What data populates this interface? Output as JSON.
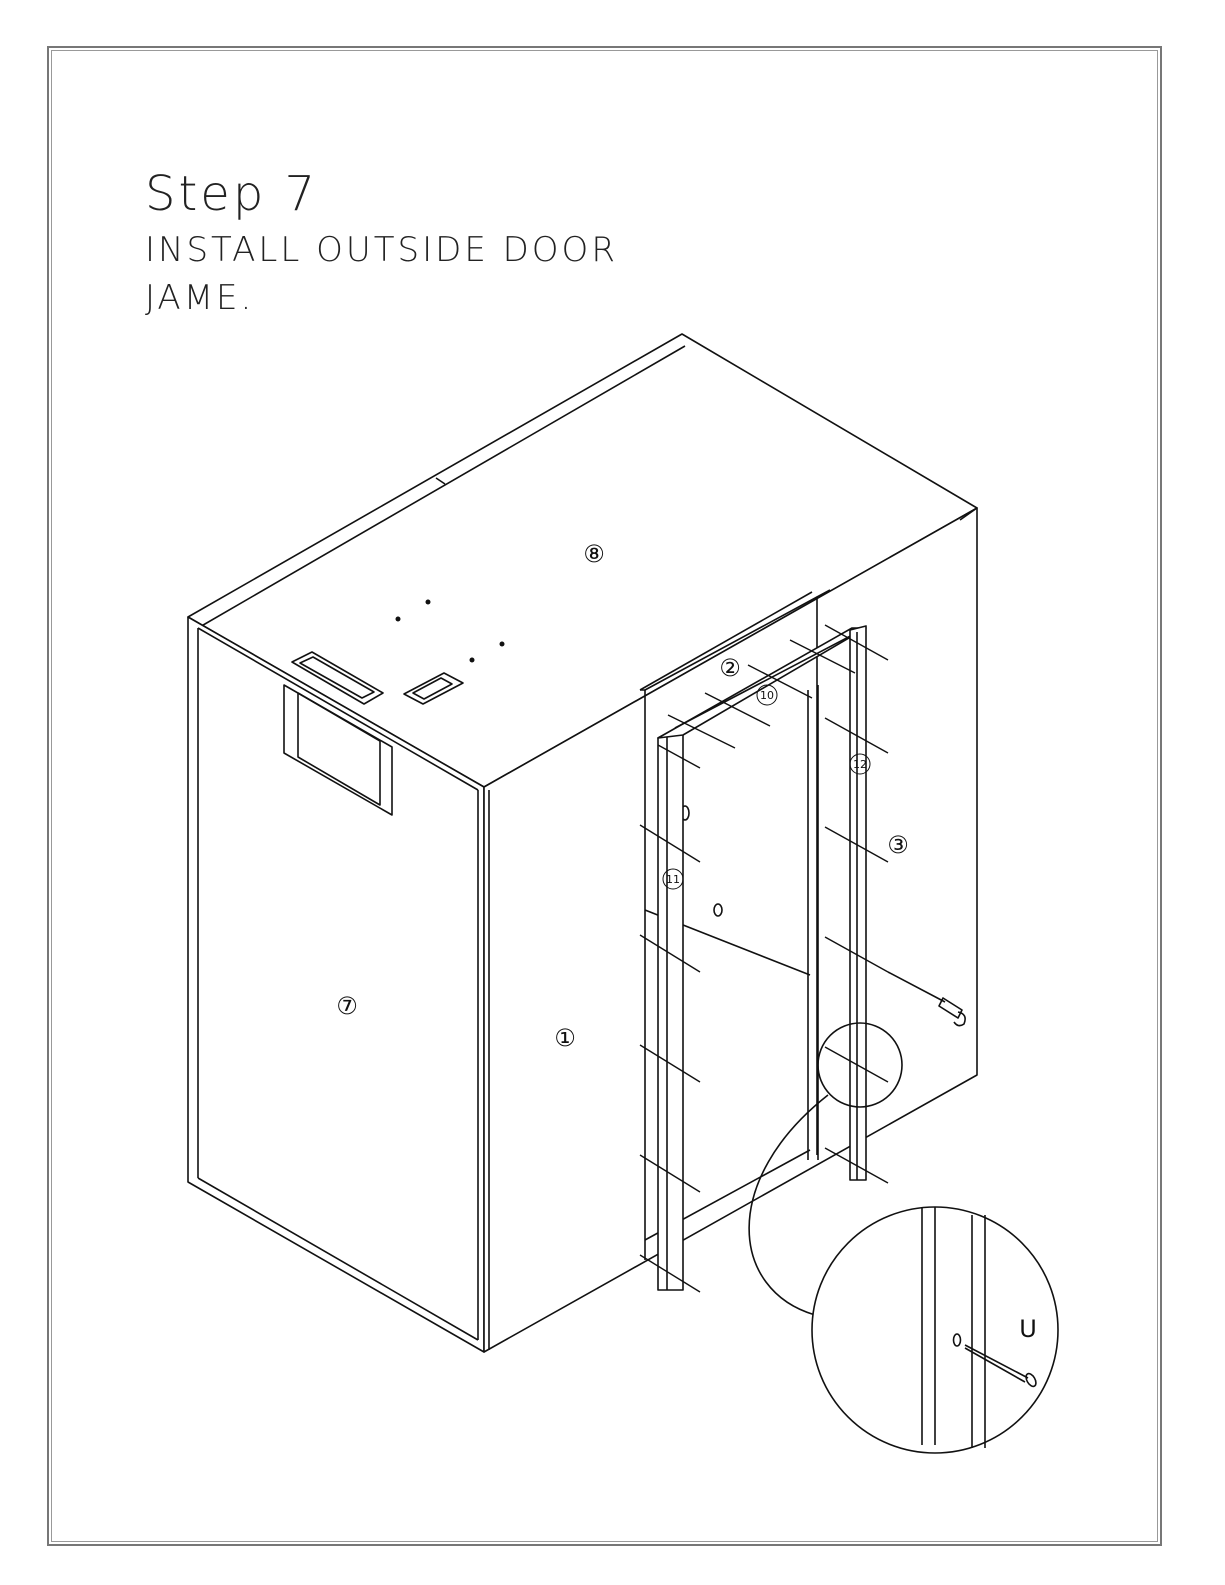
{
  "step": {
    "title": "Step 7",
    "line1": "INSTALL OUTSIDE DOOR",
    "line2": "JAME."
  },
  "part_labels": {
    "p1": "①",
    "p2": "②",
    "p3": "③",
    "p7": "⑦",
    "p8": "⑧",
    "p10": "10",
    "p11": "11",
    "p12": "12"
  },
  "detail": {
    "hardware_label": "U"
  }
}
